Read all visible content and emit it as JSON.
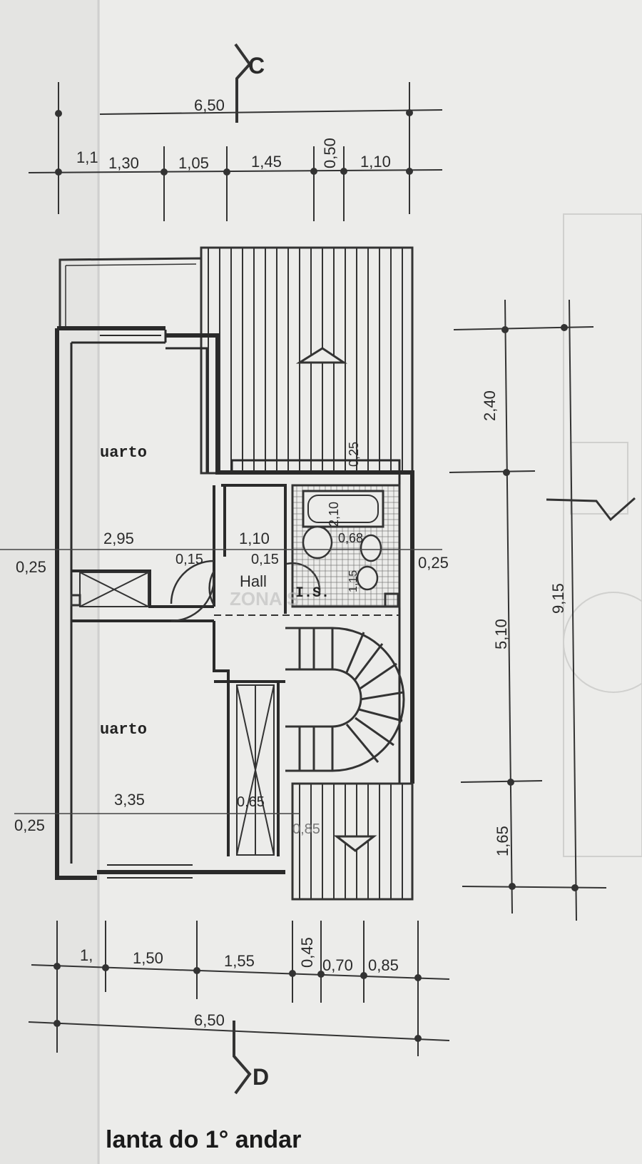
{
  "title": "lanta do 1° andar",
  "section_marks": {
    "top": "C",
    "bottom": "D"
  },
  "top_dims": {
    "overall": "6,50",
    "segments": [
      "1,1",
      "1,30",
      "1,05",
      "1,45",
      "0,50",
      "1,10"
    ]
  },
  "bottom_dims": {
    "overall": "6,50",
    "segments": [
      "1,",
      "1,50",
      "1,55",
      "0,45",
      "0,70",
      "0,85"
    ]
  },
  "right_dims": {
    "upper": "2,40",
    "middle": "5,10",
    "lower": "1,65",
    "total": "9,15"
  },
  "rooms": {
    "quarto_top": "uarto",
    "quarto_bottom": "uarto",
    "hall": "Hall",
    "is": "I.S."
  },
  "inner_dims": {
    "d_295": "2,95",
    "d_110": "1,10",
    "d_015a": "0,15",
    "d_015b": "0,15",
    "left_025a": "0,25",
    "right_025": "0,25",
    "left_025b": "0,25",
    "d_335": "3,35",
    "d_065": "0,65",
    "d_085": "0,85",
    "d_025v": "0,25",
    "d_210v": "2,10",
    "d_068": "0,68",
    "d_115v": "1,15"
  },
  "watermark": "ZONA S"
}
